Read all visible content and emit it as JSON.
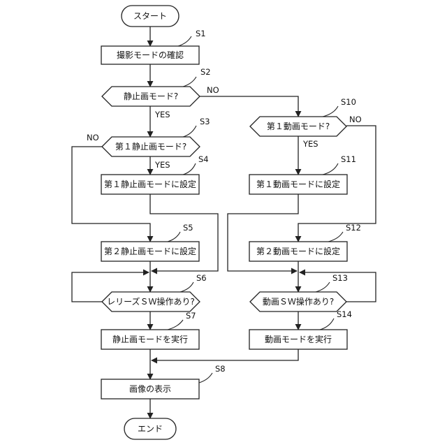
{
  "nodes": {
    "start": {
      "label": "スタート"
    },
    "s1": {
      "label": "撮影モードの確認",
      "step": "S1"
    },
    "s2": {
      "label": "静止画モード?",
      "step": "S2"
    },
    "s3": {
      "label": "第１静止画モード?",
      "step": "S3"
    },
    "s4": {
      "label": "第１静止画モードに設定",
      "step": "S4"
    },
    "s5": {
      "label": "第２静止画モードに設定",
      "step": "S5"
    },
    "s6": {
      "label": "レリーズＳＷ操作あり?",
      "step": "S6"
    },
    "s7": {
      "label": "静止画モードを実行",
      "step": "S7"
    },
    "s8": {
      "label": "画像の表示",
      "step": "S8"
    },
    "s10": {
      "label": "第１動画モード?",
      "step": "S10"
    },
    "s11": {
      "label": "第１動画モードに設定",
      "step": "S11"
    },
    "s12": {
      "label": "第２動画モードに設定",
      "step": "S12"
    },
    "s13": {
      "label": "動画ＳＷ操作あり?",
      "step": "S13"
    },
    "s14": {
      "label": "動画モードを実行",
      "step": "S14"
    },
    "end": {
      "label": "エンド"
    }
  },
  "branches": {
    "s2_yes": "YES",
    "s2_no": "NO",
    "s3_yes": "YES",
    "s3_no": "NO",
    "s10_yes": "YES",
    "s10_no": "NO"
  }
}
